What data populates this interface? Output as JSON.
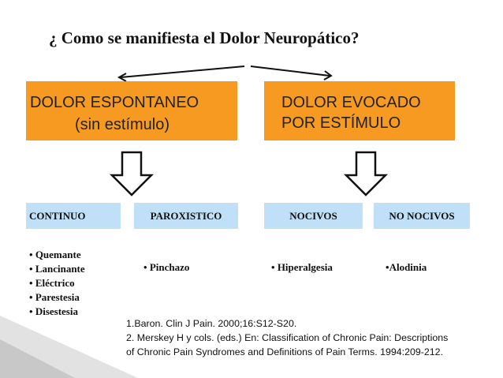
{
  "title": "¿ Como se manifiesta el Dolor Neuropático?",
  "top_boxes": {
    "left": {
      "line1": "DOLOR ESPONTANEO",
      "line2": "(sin estímulo)"
    },
    "right": {
      "line1": "DOLOR EVOCADO",
      "line2": "POR ESTÍMULO"
    }
  },
  "categories": [
    "CONTINUO",
    "PAROXISTICO",
    "NOCIVOS",
    "NO NOCIVOS"
  ],
  "bullets": {
    "continuo": [
      "Quemante",
      "Lancinante",
      "Eléctrico",
      "Parestesia",
      "Disestesia"
    ],
    "paroxistico": [
      "Pinchazo"
    ],
    "nocivos": [
      "Hiperalgesia"
    ],
    "no_nocivos": [
      "Alodinia"
    ]
  },
  "bullet_symbol": "•",
  "references": [
    "1.Baron. Clin J Pain. 2000;16:S12-S20.",
    "2. Merskey H y cols. (eds.) En: Classification of Chronic Pain: Descriptions",
    "of Chronic Pain Syndromes and Definitions of Pain Terms. 1994:209-212."
  ],
  "colors": {
    "orange_box": "#f79a21",
    "blue_box": "#bfe0f6",
    "text": "#111111"
  }
}
